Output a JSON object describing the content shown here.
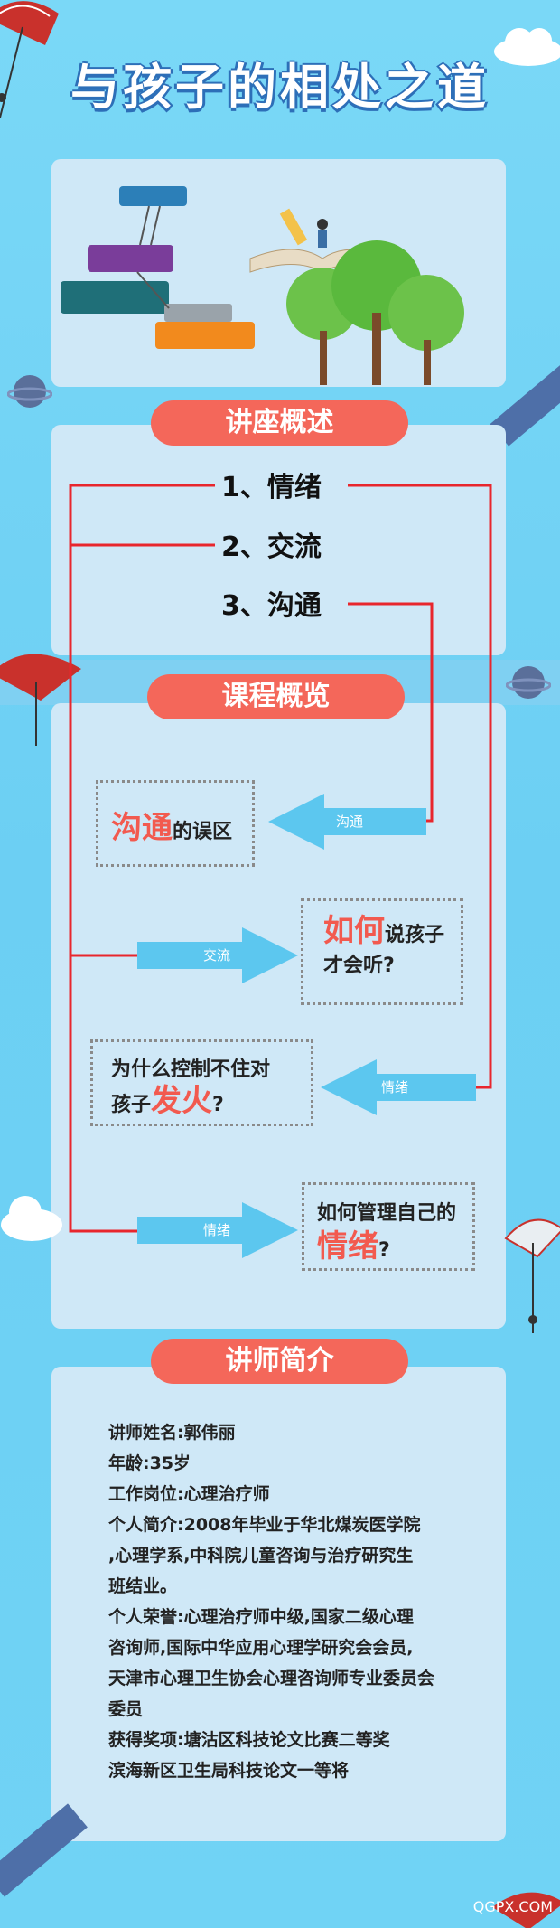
{
  "title": "与孩子的相处之道",
  "sections": {
    "overview": "讲座概述",
    "course": "课程概览",
    "lecturer": "讲师简介"
  },
  "topics": [
    "1、情绪",
    "2、交流",
    "3、沟通"
  ],
  "boxes": {
    "box1": {
      "hl": "沟通",
      "rest": "的误区"
    },
    "box2": {
      "hl": "如何",
      "rest1": "说孩子",
      "rest2": "才会听?"
    },
    "box3": {
      "line1": "为什么控制不住对",
      "pre": "孩子",
      "hl": "发火",
      "post": "?"
    },
    "box4": {
      "line1": "如何管理自己的",
      "hl": "情绪",
      "post": "?"
    }
  },
  "arrows": [
    "沟通",
    "交流",
    "情绪",
    "情绪"
  ],
  "bio": [
    "讲师姓名:郭伟丽",
    "年龄:35岁",
    "工作岗位:心理治疗师",
    "个人简介:2008年毕业于华北煤炭医学院",
    ",心理学系,中科院儿童咨询与治疗研究生",
    "班结业。",
    "个人荣誉:心理治疗师中级,国家二级心理",
    "咨询师,国际中华应用心理学研究会会员,",
    "天津市心理卫生协会心理咨询师专业委员会",
    "委员",
    "获得奖项:塘沽区科技论文比赛二等奖",
    "滨海新区卫生局科技论文一等将"
  ],
  "watermark": "QGPX.COM",
  "colors": {
    "accent": "#f4675a",
    "line": "#e8262d",
    "arrow": "#5cc7ef",
    "card": "#cfe8f7",
    "bg": "#6ed3f5"
  }
}
